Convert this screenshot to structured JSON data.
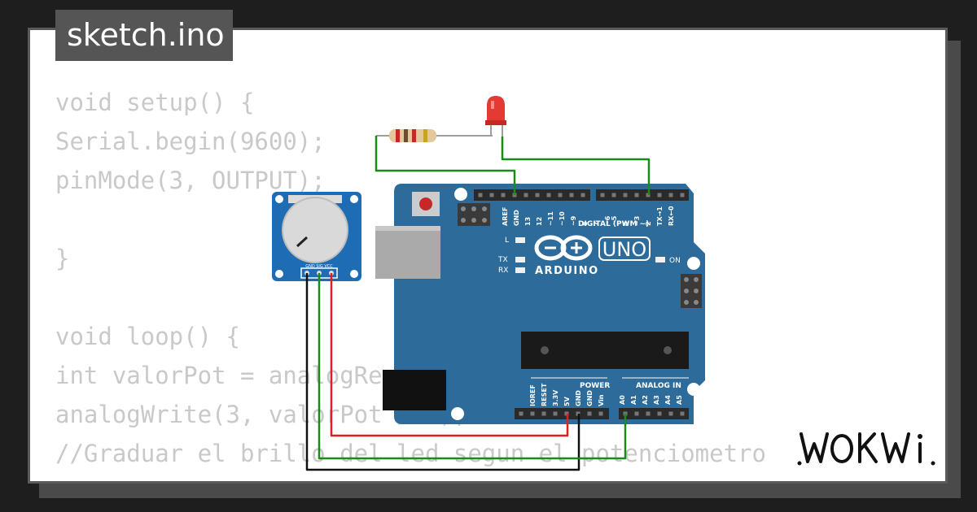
{
  "title": "sketch.ino",
  "code_lines": [
    "void setup() {",
    "Serial.begin(9600);",
    "pinMode(3, OUTPUT);",
    "",
    "}",
    "",
    "void loop() {",
    "int valorPot = analogRead(A0);",
    "analogWrite(3, valorPot / 4);",
    "//Graduar el brillo del led segun el potenciometro"
  ],
  "board": {
    "brand": "ARDUINO",
    "model": "UNO",
    "digital_label": "DIGITAL (PWM ~)",
    "power_label": "POWER",
    "analog_label": "ANALOG IN",
    "on_label": "ON",
    "l_label": "L",
    "tx_label": "TX",
    "rx_label": "RX",
    "digital_pins": [
      "AREF",
      "GND",
      "13",
      "12",
      "~11",
      "~10",
      "~9",
      "8",
      "7",
      "~6",
      "~5",
      "4",
      "~3",
      "2",
      "TX→1",
      "RX←0"
    ],
    "power_pins": [
      "IOREF",
      "RESET",
      "3.3V",
      "5V",
      "GND",
      "GND",
      "Vin"
    ],
    "analog_pins": [
      "A0",
      "A1",
      "A2",
      "A3",
      "A4",
      "A5"
    ]
  },
  "potentiometer": {
    "pin_labels": "GND SIG VCC"
  },
  "logo": "WOKWI",
  "colors": {
    "background": "#1e1e1e",
    "board": "#2d6b9b",
    "code_text": "#c9c9c9",
    "wire_green": "#1a8a1a",
    "wire_red": "#e02020",
    "wire_black": "#111111",
    "led": "#e53935"
  }
}
